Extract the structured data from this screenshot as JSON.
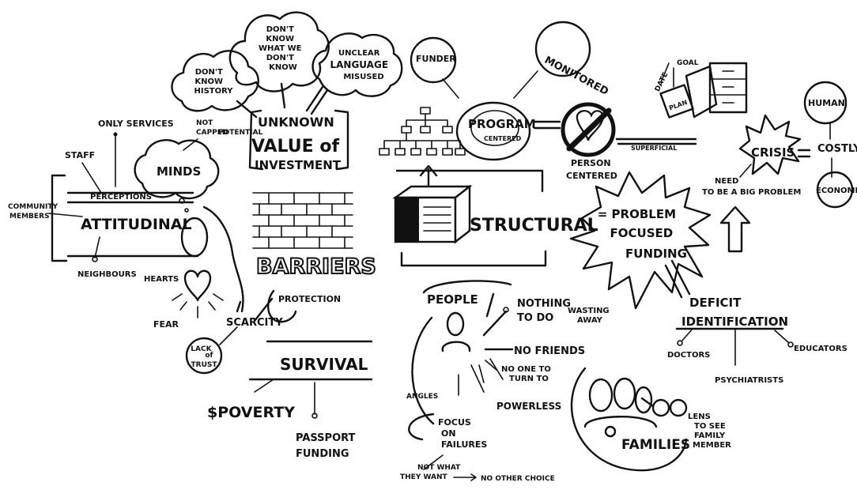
{
  "labels": {
    "dont_know_history": [
      "DON'T",
      "KNOW",
      "HISTORY"
    ],
    "dont_know_what": [
      "DON'T",
      "KNOW",
      "WHAT WE",
      "DON'T",
      "KNOW"
    ],
    "unclear_language": [
      "UNCLEAR",
      "LANGUAGE",
      "MISUSED"
    ],
    "unknown": "UNKNOWN",
    "value_of_investment_1": "VALUE of",
    "value_of_investment_2": "INVESTMENT",
    "only_services": "ONLY SERVICES",
    "not_capped": [
      "NOT",
      "CAPPED",
      "POTENTIAL"
    ],
    "staff": "STAFF",
    "minds": "MINDS",
    "perceptions": "PERCEPTIONS",
    "attitudinal": "ATTITUDINAL",
    "community_members": [
      "COMMUNITY",
      "MEMBERS"
    ],
    "neighbours": "NEIGHBOURS",
    "hearts": "HEARTS",
    "fear": "FEAR",
    "scarcity": "SCARCITY",
    "protection": "PROTECTION",
    "lack_of_trust": [
      "LACK",
      "of",
      "TRUST"
    ],
    "survival": "SURVIVAL",
    "poverty": "$POVERTY",
    "passport_funding": [
      "PASSPORT",
      "FUNDING"
    ],
    "barriers": "BARRIERS",
    "funder": "FUNDER",
    "monitored": "MONITORED",
    "program": "PROGRAM",
    "centered": "CENTERED",
    "person_centered": [
      "PERSON",
      "CENTERED"
    ],
    "superficial": "SUPERFICIAL",
    "structural": "STRUCTURAL",
    "date": "DATE",
    "goal": "GOAL",
    "plan": "PLAN",
    "human": "HUMAN",
    "crisis": "CRISIS",
    "costly": "COSTLY",
    "economic": "ECONOMIC",
    "need_big_problem": [
      "NEED",
      "TO BE A BIG PROBLEM"
    ],
    "problem_focused_funding": [
      "= PROBLEM",
      "FOCUSED",
      "FUNDING"
    ],
    "deficit_identification": [
      "DEFICIT",
      "IDENTIFICATION"
    ],
    "doctors": "DOCTORS",
    "educators": "EDUCATORS",
    "psychiatrists": "PSYCHIATRISTS",
    "people": "PEOPLE",
    "nothing_to_do": [
      "NOTHING",
      "TO DO"
    ],
    "wasting_away": [
      "WASTING",
      "AWAY"
    ],
    "no_friends": "NO FRIENDS",
    "no_one_to_turn_to": [
      "NO ONE TO",
      "TURN TO"
    ],
    "powerless": "POWERLESS",
    "angles": "ANGLES",
    "focus_on_failures": [
      "FOCUS",
      "ON",
      "FAILURES"
    ],
    "not_what_they_want": [
      "NOT WHAT",
      "THEY WANT"
    ],
    "no_other_choice": "NO OTHER CHOICE",
    "families": "FAMILIES",
    "lens_to_see": [
      "LENS",
      "TO SEE",
      "FAMILY",
      "MEMBER"
    ]
  }
}
